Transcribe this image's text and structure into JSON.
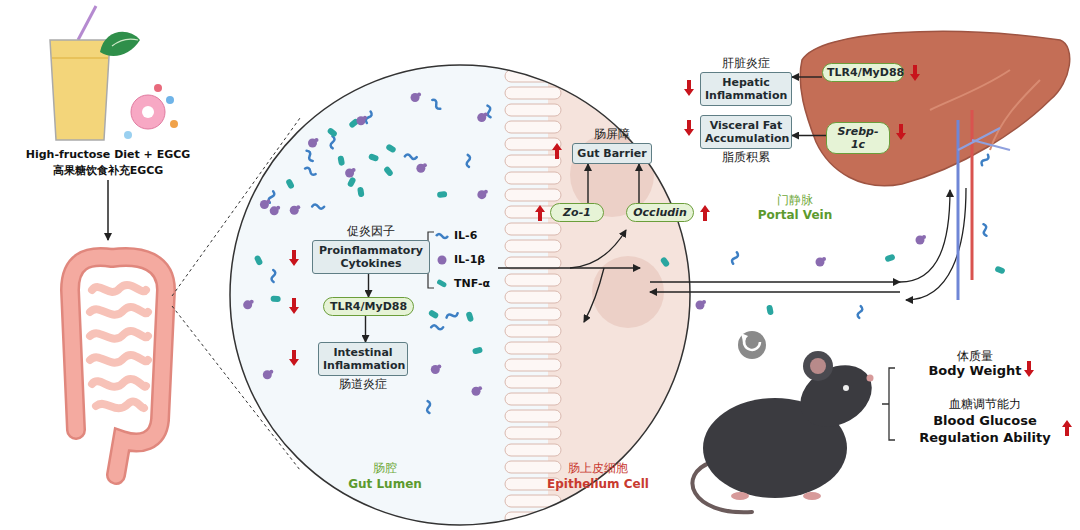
{
  "diagram": {
    "nodes": [
      {
        "text": [
          "促炎因子",
          "Proinflammatory Cytokines"
        ]
      },
      {
        "text": [
          "TLR4/MyD88"
        ]
      },
      {
        "text": [
          "Intestinal Inflammation",
          "肠道炎症"
        ]
      },
      {
        "text": [
          "肠屏障",
          "Gut Barrier"
        ]
      },
      {
        "text": [
          "Zo-1"
        ]
      },
      {
        "text": [
          "Occludin"
        ]
      },
      {
        "text": [
          "肝脏炎症",
          "Hepatic Inflammation"
        ]
      },
      {
        "text": [
          "TLR4/MyD88"
        ]
      },
      {
        "text": [
          "Visceral Fat Accumulation",
          "脂质积累"
        ]
      },
      {
        "text": [
          "Srebp-1c"
        ]
      }
    ],
    "edges": [
      {
        "from": 0,
        "to": 1,
        "arrow": "to"
      },
      {
        "from": 1,
        "to": 2,
        "arrow": "to"
      },
      {
        "from": 4,
        "to": 3,
        "arrow": "to"
      },
      {
        "from": 5,
        "to": 3,
        "arrow": "to"
      },
      {
        "from": 7,
        "to": 6,
        "arrow": "to"
      },
      {
        "from": 9,
        "to": 8,
        "arrow": "to"
      }
    ],
    "labels": [
      "High-fructose Diet + EGCG",
      "高果糖饮食补充EGCG",
      "IL-6",
      "IL-1β",
      "TNF-α",
      "肠腔",
      "Gut Lumen",
      "肠上皮细胞",
      "Epithelium Cell",
      "门静脉",
      "Portal Vein",
      "体质量",
      "Body Weight",
      "血糖调节能力",
      "Blood Glucose Regulation Ability"
    ]
  }
}
